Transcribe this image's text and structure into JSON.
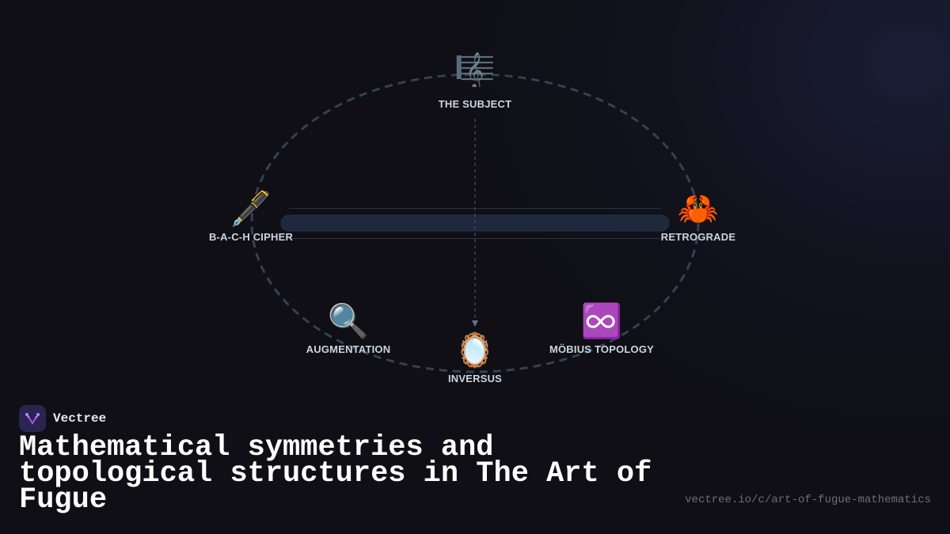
{
  "diagram": {
    "nodes": [
      {
        "id": "subject",
        "label": "THE SUBJECT",
        "icon": "musical-score-icon",
        "glyph": "🎼"
      },
      {
        "id": "bach",
        "label": "B-A-C-H CIPHER",
        "icon": "fountain-pen-icon",
        "glyph": "🖋️"
      },
      {
        "id": "retrograde",
        "label": "RETROGRADE",
        "icon": "crab-icon",
        "glyph": "🦀"
      },
      {
        "id": "augmentation",
        "label": "AUGMENTATION",
        "icon": "magnifying-glass-icon",
        "glyph": "🔍"
      },
      {
        "id": "inversus",
        "label": "INVERSUS",
        "icon": "mirror-icon",
        "glyph": "🪞"
      },
      {
        "id": "mobius",
        "label": "MÖBIUS TOPOLOGY",
        "icon": "infinity-icon",
        "glyph": "♾️"
      }
    ],
    "colors": {
      "ellipse": "#334155",
      "bar_fill": "#1e293b",
      "label": "#cbd5e1",
      "logo_bg": "#2a2550",
      "logo_accent": "#a855f7"
    }
  },
  "brand": {
    "name": "Vectree"
  },
  "title": "Mathematical symmetries and topological structures in The Art of Fugue",
  "url": "vectree.io/c/art-of-fugue-mathematics"
}
